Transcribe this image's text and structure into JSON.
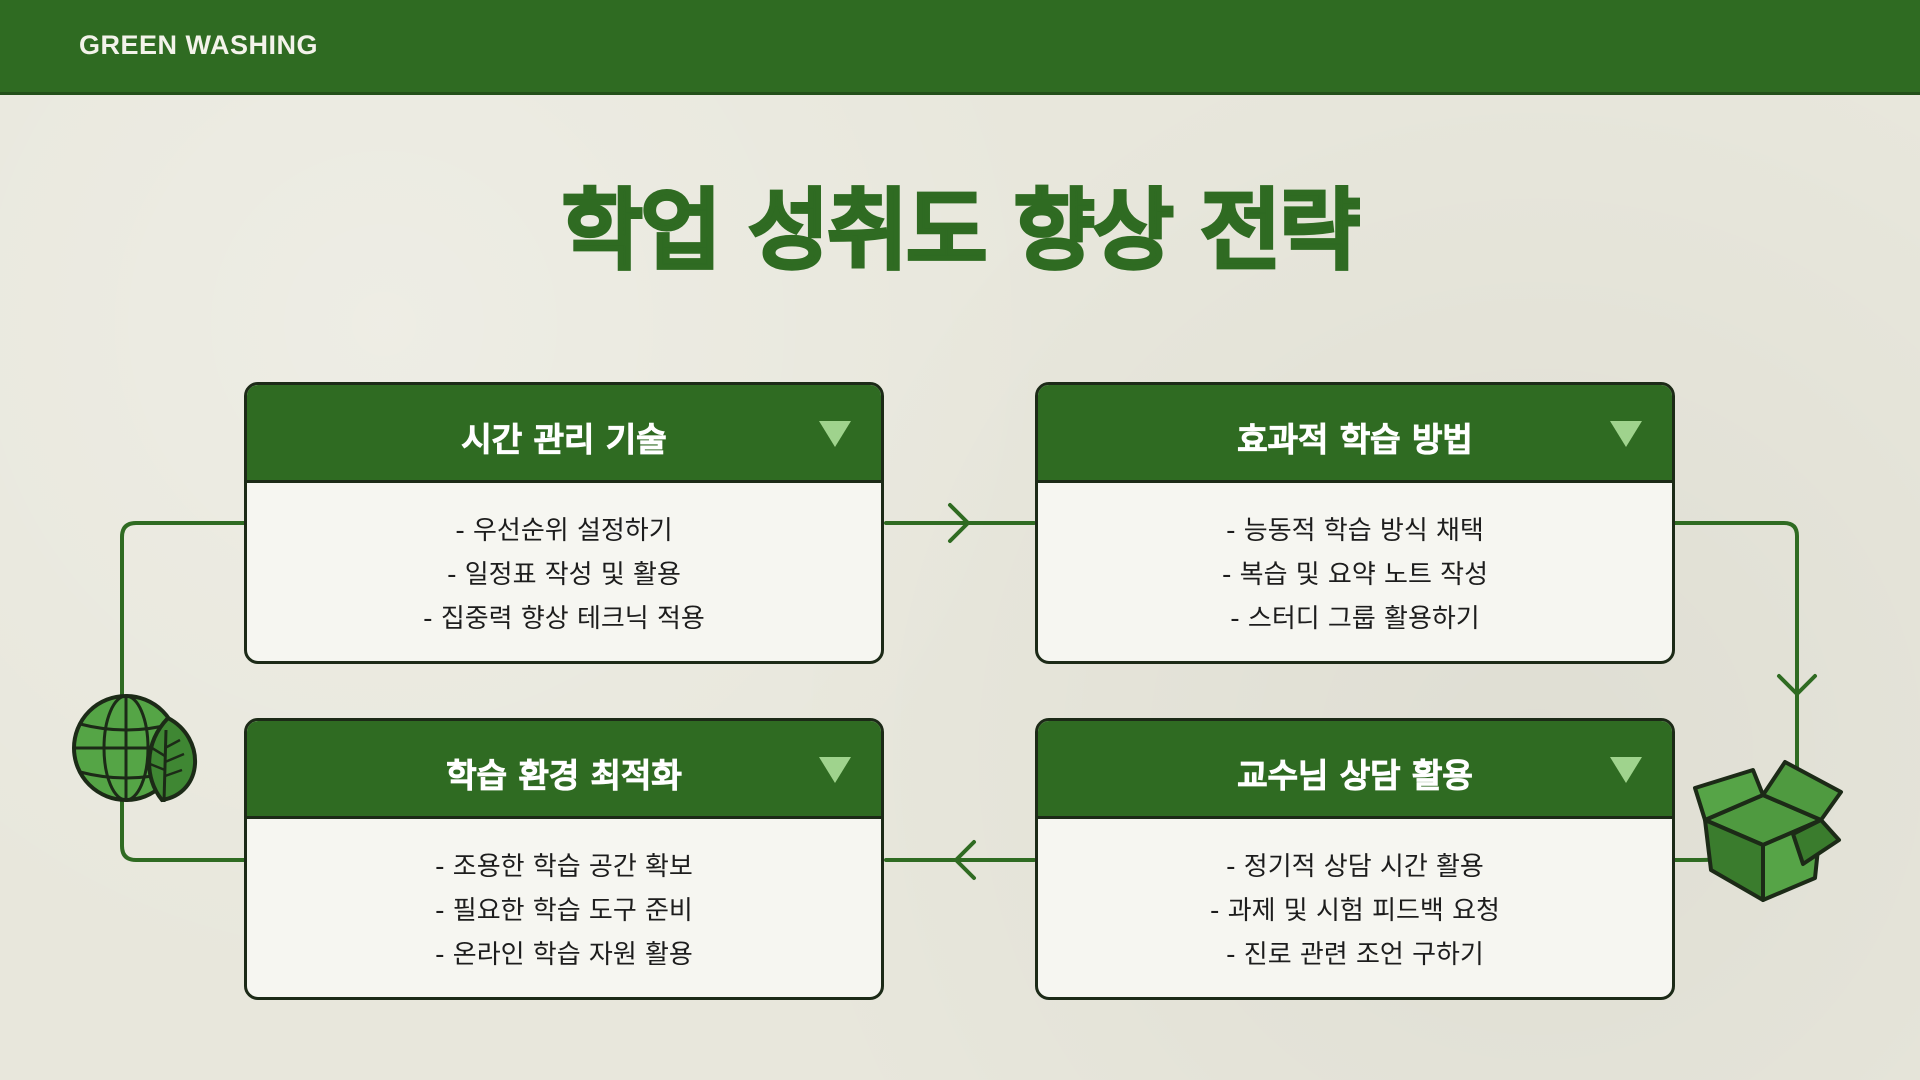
{
  "header": {
    "brand": "GREEN WASHING"
  },
  "title": "학업 성취도 향상 전략",
  "colors": {
    "primary_green": "#2f6b22",
    "background": "#e8e7dc",
    "card_body": "#f6f6f1",
    "toggle": "#9fd38d"
  },
  "cards": [
    {
      "title": "시간 관리 기술",
      "items": [
        "- 우선순위 설정하기",
        "- 일정표 작성 및 활용",
        "- 집중력 향상 테크닉 적용"
      ]
    },
    {
      "title": "효과적 학습 방법",
      "items": [
        "- 능동적 학습 방식 채택",
        "- 복습 및 요약 노트 작성",
        "- 스터디 그룹 활용하기"
      ]
    },
    {
      "title": "학습 환경 최적화",
      "items": [
        "- 조용한 학습 공간 확보",
        "- 필요한 학습 도구 준비",
        "- 온라인 학습 자원 활용"
      ]
    },
    {
      "title": "교수님 상담 활용",
      "items": [
        "- 정기적 상담 시간 활용",
        "- 과제 및 시험 피드백 요청",
        "- 진로 관련 조언 구하기"
      ]
    }
  ],
  "icons": {
    "left": "globe-leaf-icon",
    "right": "recycle-box-icon",
    "toggle": "triangle-down-icon"
  }
}
